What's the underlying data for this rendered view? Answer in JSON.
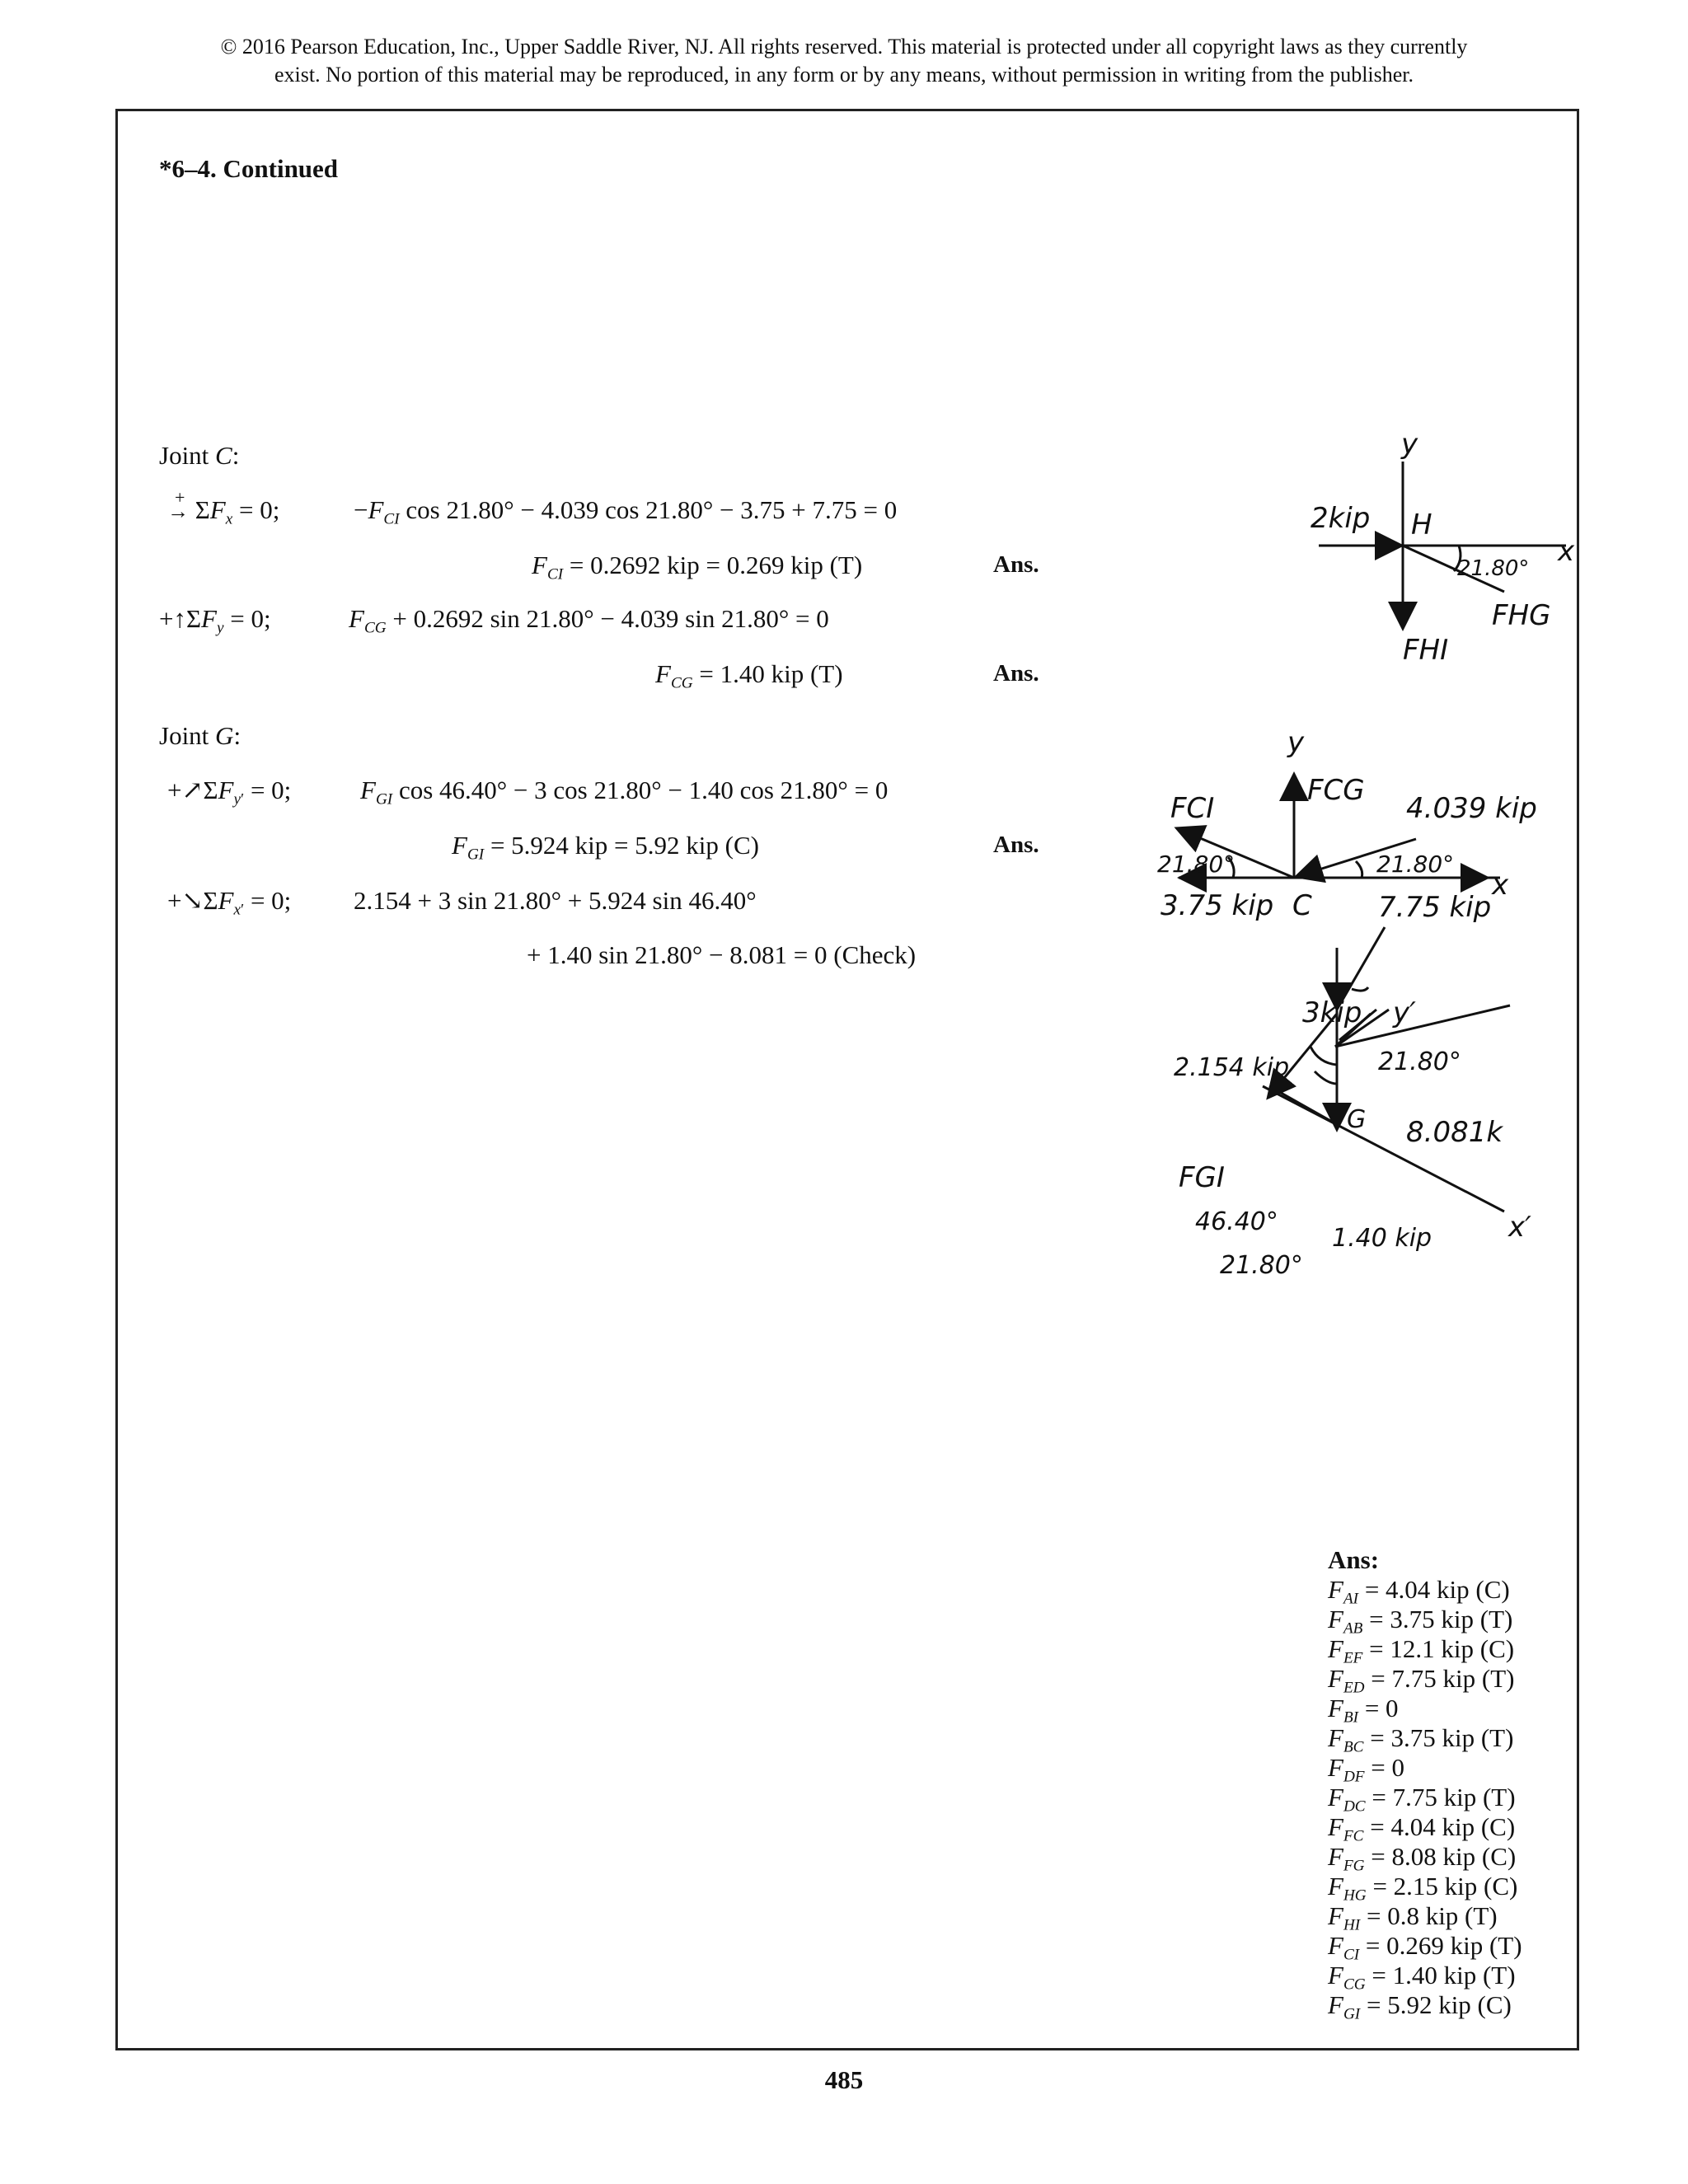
{
  "header": {
    "copyright_line1": "© 2016 Pearson Education, Inc., Upper Saddle River, NJ.  All rights reserved. This material is protected under all copyright laws as they currently",
    "copyright_line2": "exist. No portion of this material may be reproduced, in any form or by any means, without permission in writing from the publisher."
  },
  "problem_label": "*6–4.   Continued",
  "joint_c": {
    "title": "Joint C:",
    "sum_fx_label": "ΣFx = 0;",
    "eq1": "−F_CI cos 21.80° − 4.039 cos 21.80° − 3.75 + 7.75 = 0",
    "res1": "F_CI = 0.2692 kip = 0.269 kip (T)",
    "sum_fy_label": "+↑ΣFy = 0;",
    "eq2": "F_CG + 0.2692 sin 21.80° − 4.039 sin 21.80° = 0",
    "res2": "F_CG = 1.40 kip (T)"
  },
  "joint_g": {
    "title": "Joint G:",
    "sum_fy_label": "+↗ΣFy′ = 0;",
    "eq1": "F_GI cos 46.40° − 3 cos 21.80° − 1.40 cos 21.80° = 0",
    "res1": "F_GI = 5.924 kip = 5.92 kip (C)",
    "sum_fx_label": "+↘ΣFx′ = 0;",
    "eq2": "2.154 + 3 sin 21.80° + 5.924 sin 46.40°",
    "eq2b": "+ 1.40 sin 21.80° − 8.081 = 0  (Check)"
  },
  "ans_label": "Ans.",
  "diagrams": {
    "h": {
      "y": "y",
      "x": "x",
      "load": "2kip",
      "node": "H",
      "angle": "21.80°",
      "fhg": "FHG",
      "fhi": "FHI"
    },
    "c": {
      "y": "y",
      "fcg": "FCG",
      "fci": "FCI",
      "f4": "4.039 kip",
      "a1": "21.80°",
      "a2": "21.80°",
      "x": "x",
      "l": "3.75 kip",
      "node": "C",
      "r": "7.75 kip"
    },
    "g": {
      "y": "y′",
      "load": "3kip",
      "f2": "2.154 kip",
      "a1": "21.80°",
      "node": "G",
      "f8": "8.081k",
      "fgi": "FGI",
      "a2": "46.40°",
      "a3": "21.80°",
      "f1": "1.40 kip",
      "x": "x′"
    }
  },
  "answers": {
    "header": "Ans:",
    "items": [
      {
        "sub": "AI",
        "val": "4.04 kip (C)"
      },
      {
        "sub": "AB",
        "val": "3.75 kip (T)"
      },
      {
        "sub": "EF",
        "val": "12.1 kip (C)"
      },
      {
        "sub": "ED",
        "val": "7.75 kip (T)"
      },
      {
        "sub": "BI",
        "val": "0"
      },
      {
        "sub": "BC",
        "val": "3.75 kip (T)"
      },
      {
        "sub": "DF",
        "val": "0"
      },
      {
        "sub": "DC",
        "val": "7.75 kip (T)"
      },
      {
        "sub": "FC",
        "val": "4.04 kip (C)"
      },
      {
        "sub": "FG",
        "val": "8.08 kip (C)"
      },
      {
        "sub": "HG",
        "val": "2.15 kip (C)"
      },
      {
        "sub": "HI",
        "val": "0.8 kip (T)"
      },
      {
        "sub": "CI",
        "val": "0.269 kip (T)"
      },
      {
        "sub": "CG",
        "val": "1.40 kip (T)"
      },
      {
        "sub": "GI",
        "val": "5.92 kip (C)"
      }
    ]
  },
  "page_number": "485"
}
